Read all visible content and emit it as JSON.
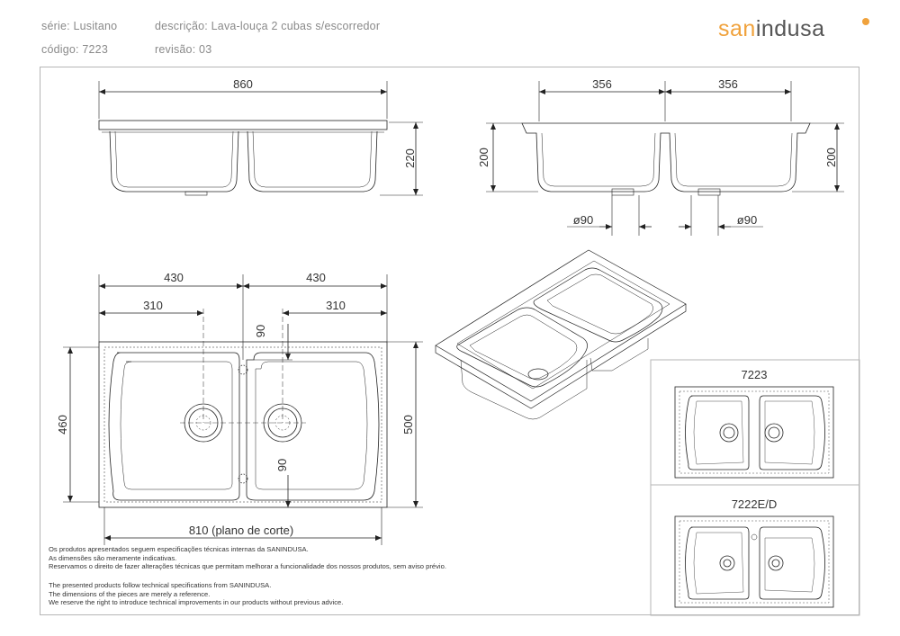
{
  "header": {
    "serie": "série: Lusitano",
    "codigo": "código: 7223",
    "descricao": "descrição: Lava-louça 2 cubas s/escorredor",
    "revisao": "revisão: 03"
  },
  "logo": {
    "part1": "san",
    "part2": "indusa"
  },
  "dimensions": {
    "top_width": "860",
    "top_height": "220",
    "side_bowl_left": "356",
    "side_bowl_right": "356",
    "side_height_left": "200",
    "side_height_right": "200",
    "drain_left": "ø90",
    "drain_right": "ø90",
    "half_left": "430",
    "half_right": "430",
    "inner_left": "310",
    "inner_right": "310",
    "offset_top": "90",
    "offset_bottom": "90",
    "depth_inner": "460",
    "depth_outer": "500",
    "cut_width": "810 (plano de corte)"
  },
  "variants": [
    {
      "code": "7223"
    },
    {
      "code": "7222E/D"
    }
  ],
  "notes_pt": [
    "Os produtos apresentados seguem especificações técnicas internas da SANINDUSA.",
    "As dimensões são meramente indicativas.",
    "Reservamos o direito de fazer alterações técnicas que permitam melhorar a funcionalidade dos nossos produtos, sem aviso prévio."
  ],
  "notes_en": [
    "The presented products follow technical specifications from SANINDUSA.",
    "The dimensions of the pieces are merely a reference.",
    "We reserve the right to introduce technical improvements in our products without previous advice."
  ]
}
